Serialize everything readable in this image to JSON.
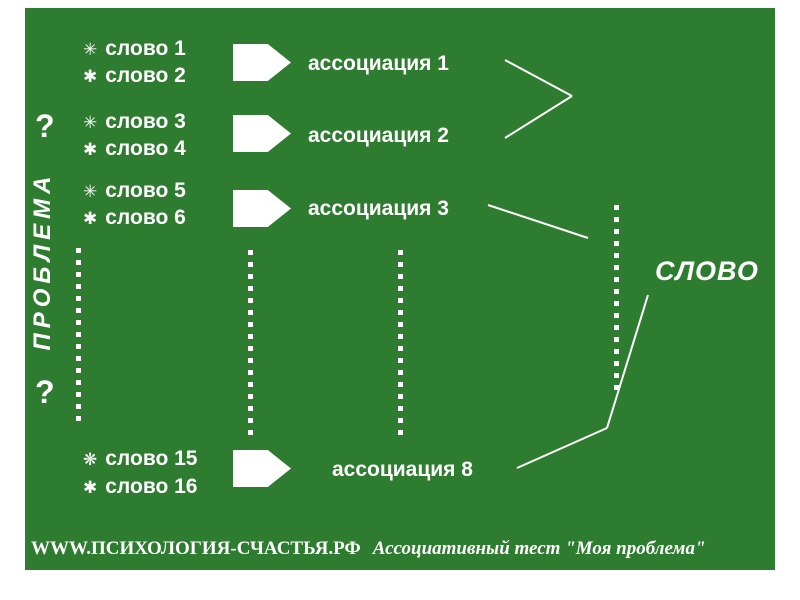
{
  "colors": {
    "board_background": "#2e7c2f",
    "text": "#ffffff",
    "page_background": "#ffffff"
  },
  "left": {
    "question_top": "?",
    "problem_label": "ПРОБЛЕМА",
    "question_bottom": "?"
  },
  "words": [
    {
      "bullet": "✳",
      "text": "слово 1"
    },
    {
      "bullet": "✱",
      "text": "слово 2"
    },
    {
      "bullet": "✳",
      "text": "слово 3"
    },
    {
      "bullet": "✱",
      "text": "слово 4"
    },
    {
      "bullet": "✳",
      "text": "слово 5"
    },
    {
      "bullet": "✱",
      "text": "слово 6"
    },
    {
      "bullet": "❋",
      "text": "слово 15"
    },
    {
      "bullet": "✱",
      "text": "слово 16"
    }
  ],
  "associations": [
    {
      "label": "ассоциация 1"
    },
    {
      "label": "ассоциация 2"
    },
    {
      "label": "ассоциация 3"
    },
    {
      "label": "ассоциация 8"
    }
  ],
  "result_word": "СЛОВО",
  "footer": {
    "site": "WWW.ПСИХОЛОГИЯ-СЧАСТЬЯ.РФ",
    "caption": "Ассоциативный тест \"Моя проблема\""
  }
}
